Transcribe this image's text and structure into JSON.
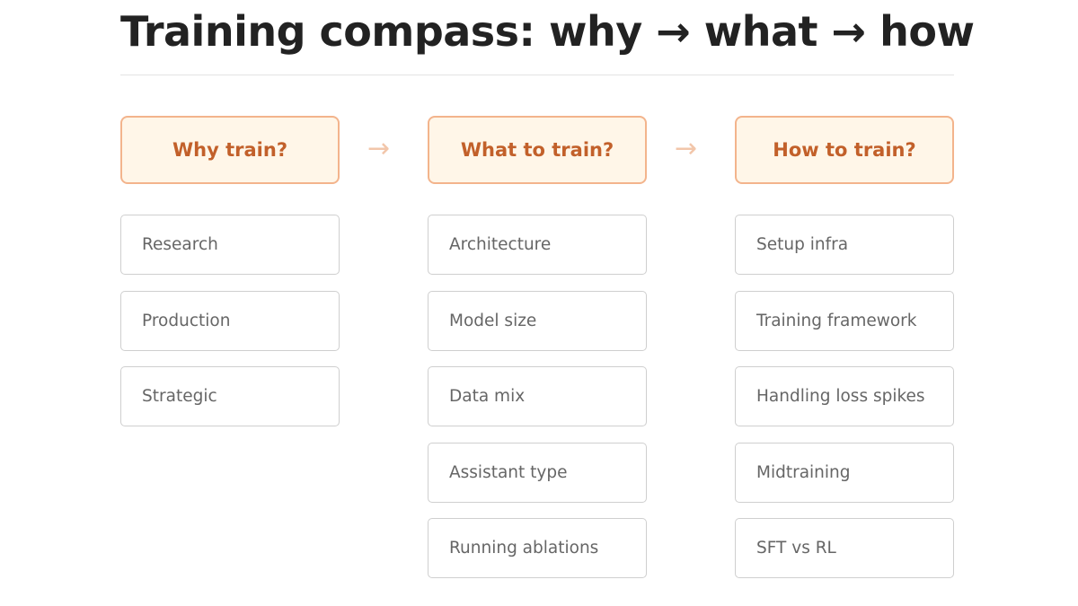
{
  "title": "Training compass: why → what → how",
  "arrow_glyph": "→",
  "colors": {
    "accent": "#c2602a",
    "header_bg": "#fff6e8",
    "header_border": "#f3b48c",
    "arrow": "#f2c6aa"
  },
  "columns": [
    {
      "header": "Why train?",
      "items": [
        "Research",
        "Production",
        "Strategic"
      ]
    },
    {
      "header": "What to train?",
      "items": [
        "Architecture",
        "Model size",
        "Data mix",
        "Assistant type",
        "Running ablations"
      ]
    },
    {
      "header": "How to train?",
      "items": [
        "Setup infra",
        "Training framework",
        "Handling loss spikes",
        "Midtraining",
        "SFT vs RL"
      ]
    }
  ]
}
